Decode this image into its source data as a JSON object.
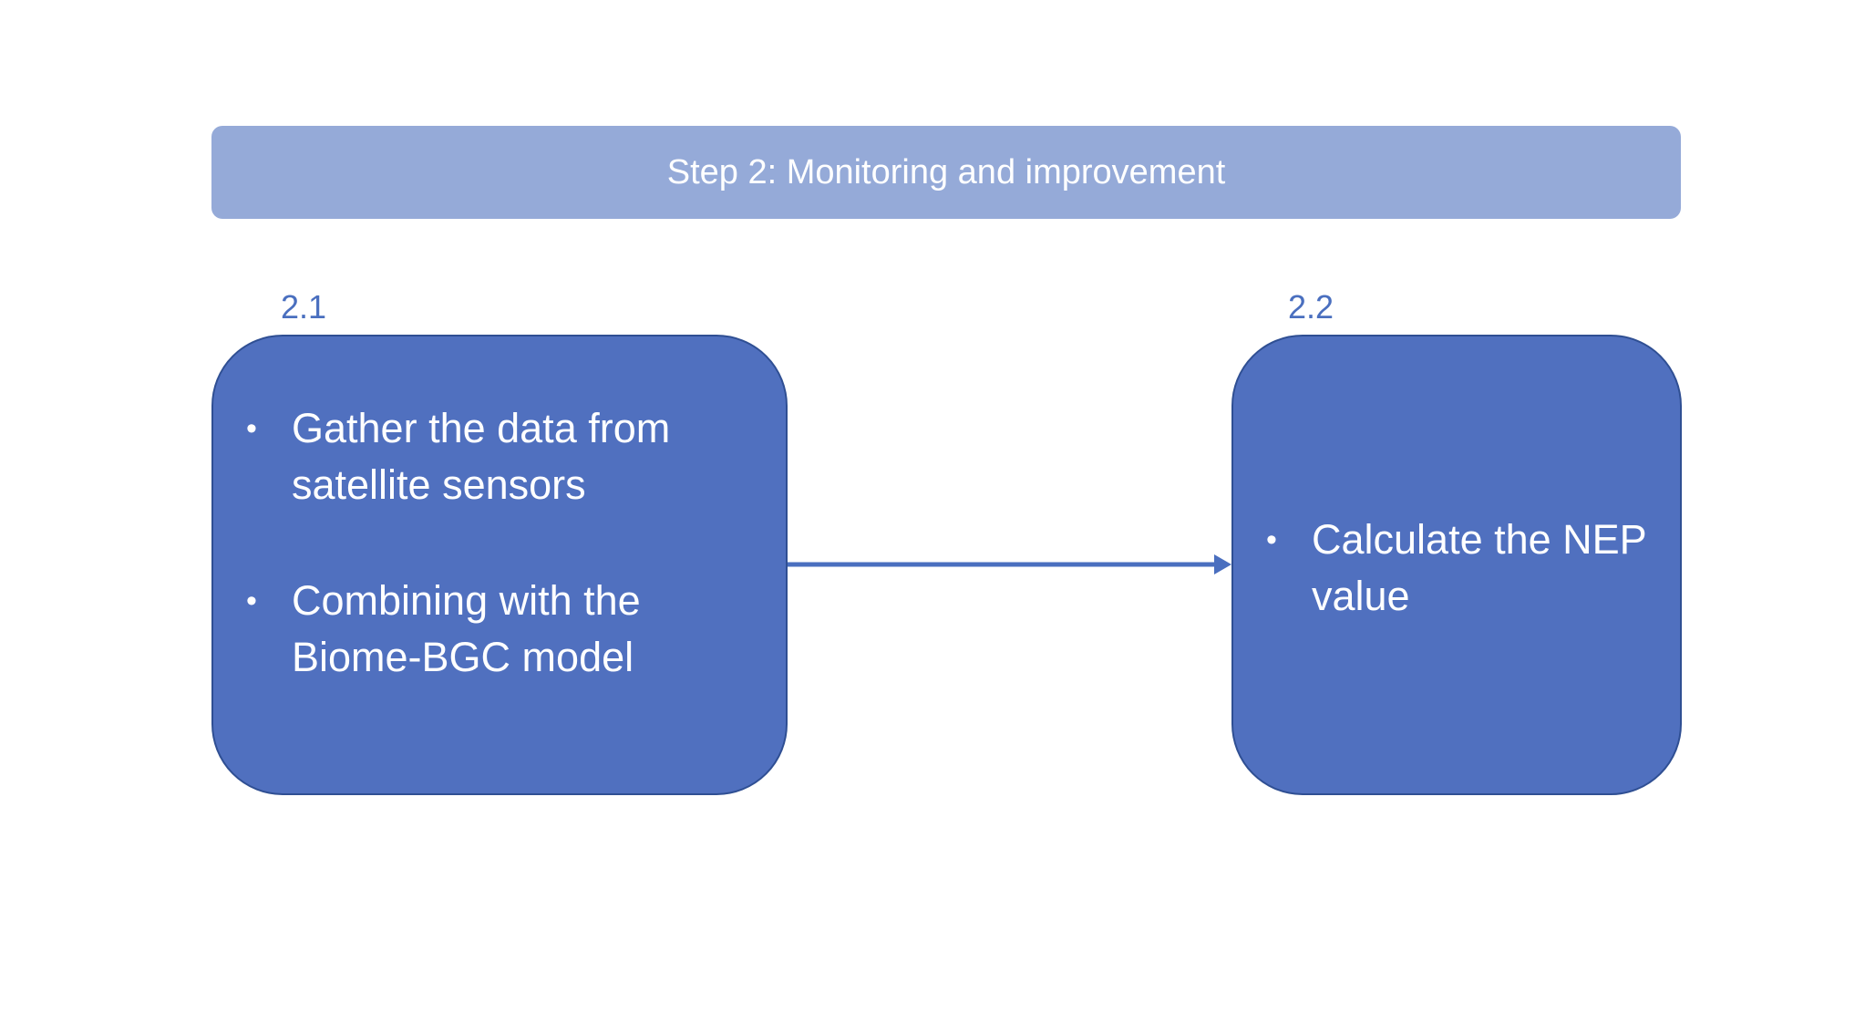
{
  "header": {
    "title": "Step 2: Monitoring and improvement"
  },
  "boxes": [
    {
      "number": "2.1",
      "bullets": [
        "Gather the data from satellite sensors",
        "Combining with the Biome-BGC model"
      ]
    },
    {
      "number": "2.2",
      "bullets": [
        "Calculate the NEP value"
      ]
    }
  ],
  "colors": {
    "header_fill": "#95aad8",
    "box_fill": "#5070bf",
    "box_border": "#2f4f93",
    "number_text": "#4a6fbf",
    "arrow": "#4a6fbf"
  },
  "icons": {
    "bullet": "bullet-dot",
    "arrow": "arrow-right"
  }
}
